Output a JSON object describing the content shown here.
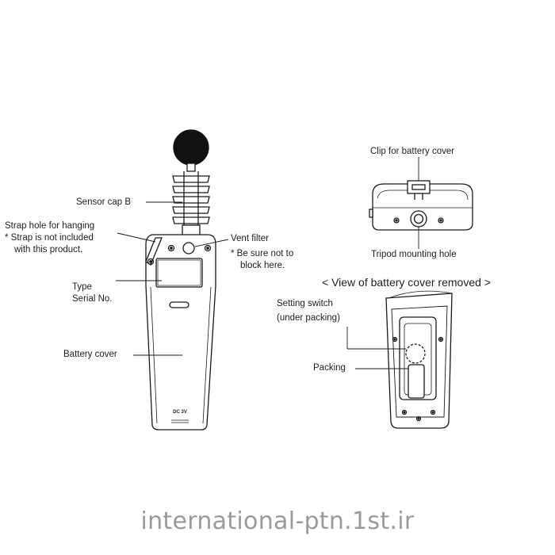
{
  "labels": {
    "sensor_cap": "Sensor cap B",
    "strap_hole": "Strap hole for hanging",
    "strap_note_1": "* Strap is not included",
    "strap_note_2": "with this product.",
    "vent_filter": "Vent filter",
    "vent_note_1": "* Be sure not to",
    "vent_note_2": "block here.",
    "type": "Type",
    "serial_no": "Serial No.",
    "battery_cover": "Battery cover",
    "dc_marking": "DC 3V",
    "clip": "Clip for battery cover",
    "tripod": "Tripod mounting hole",
    "battery_removed_heading": "< View of battery cover removed >",
    "setting_switch_1": "Setting switch",
    "setting_switch_2": "(under packing)",
    "packing": "Packing"
  },
  "watermark": "international-ptn.1st.ir",
  "colors": {
    "line": "#1a1a1a",
    "ball": "#111111",
    "watermark": "#9a9a9a"
  }
}
